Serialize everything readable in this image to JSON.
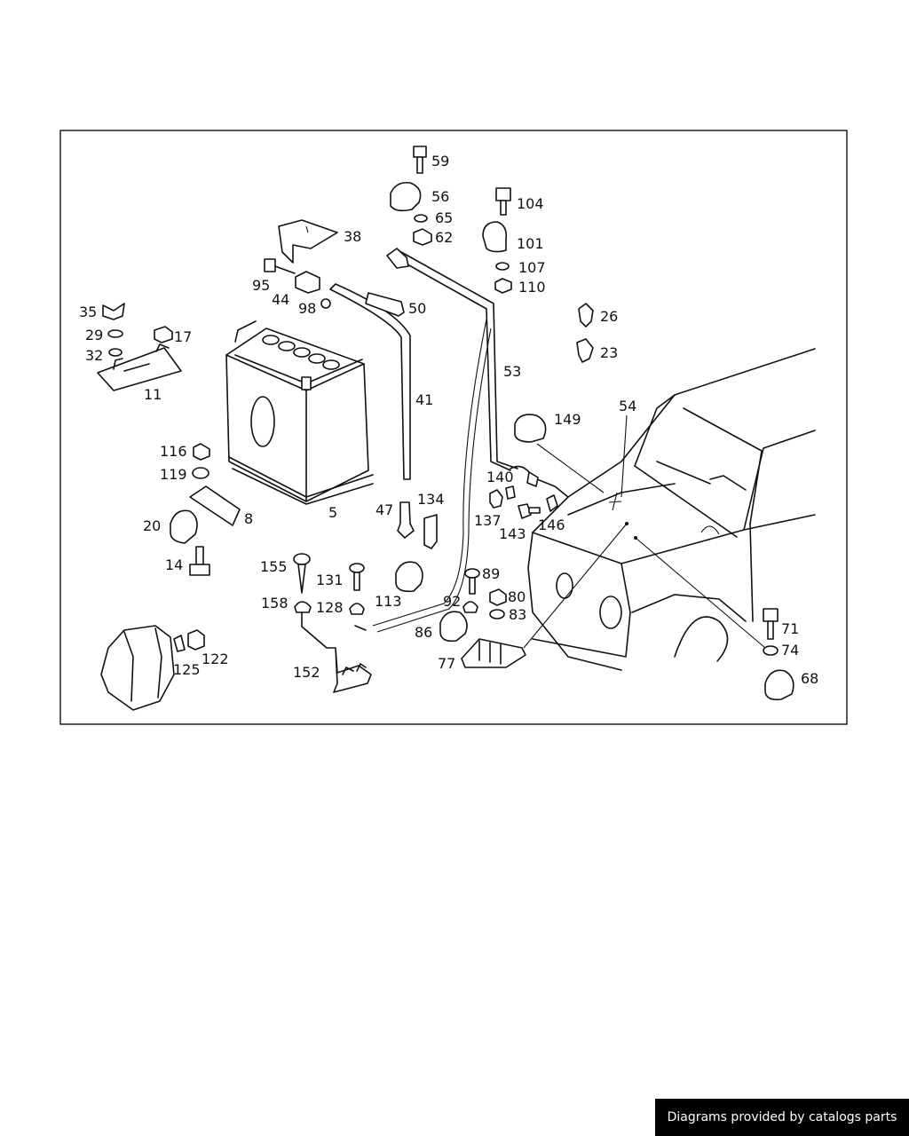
{
  "credit": "Diagrams provided by catalogs parts",
  "callouts": {
    "p59": "59",
    "p56": "56",
    "p65": "65",
    "p62": "62",
    "p104": "104",
    "p101": "101",
    "p107": "107",
    "p110": "110",
    "p38": "38",
    "p95": "95",
    "p44": "44",
    "p98": "98",
    "p50": "50",
    "p35": "35",
    "p29": "29",
    "p17": "17",
    "p32": "32",
    "p11": "11",
    "p26": "26",
    "p23": "23",
    "p53": "53",
    "p41": "41",
    "p149": "149",
    "p54": "54",
    "p116": "116",
    "p119": "119",
    "p140": "140",
    "p137": "137",
    "p143": "143",
    "p146": "146",
    "p8": "8",
    "p20": "20",
    "p5": "5",
    "p47": "47",
    "p134": "134",
    "p14": "14",
    "p155": "155",
    "p131": "131",
    "p89": "89",
    "p80": "80",
    "p83": "83",
    "p158": "158",
    "p128": "128",
    "p113": "113",
    "p92": "92",
    "p86": "86",
    "p71": "71",
    "p74": "74",
    "p77": "77",
    "p125": "125",
    "p122": "122",
    "p152": "152",
    "p68": "68"
  }
}
